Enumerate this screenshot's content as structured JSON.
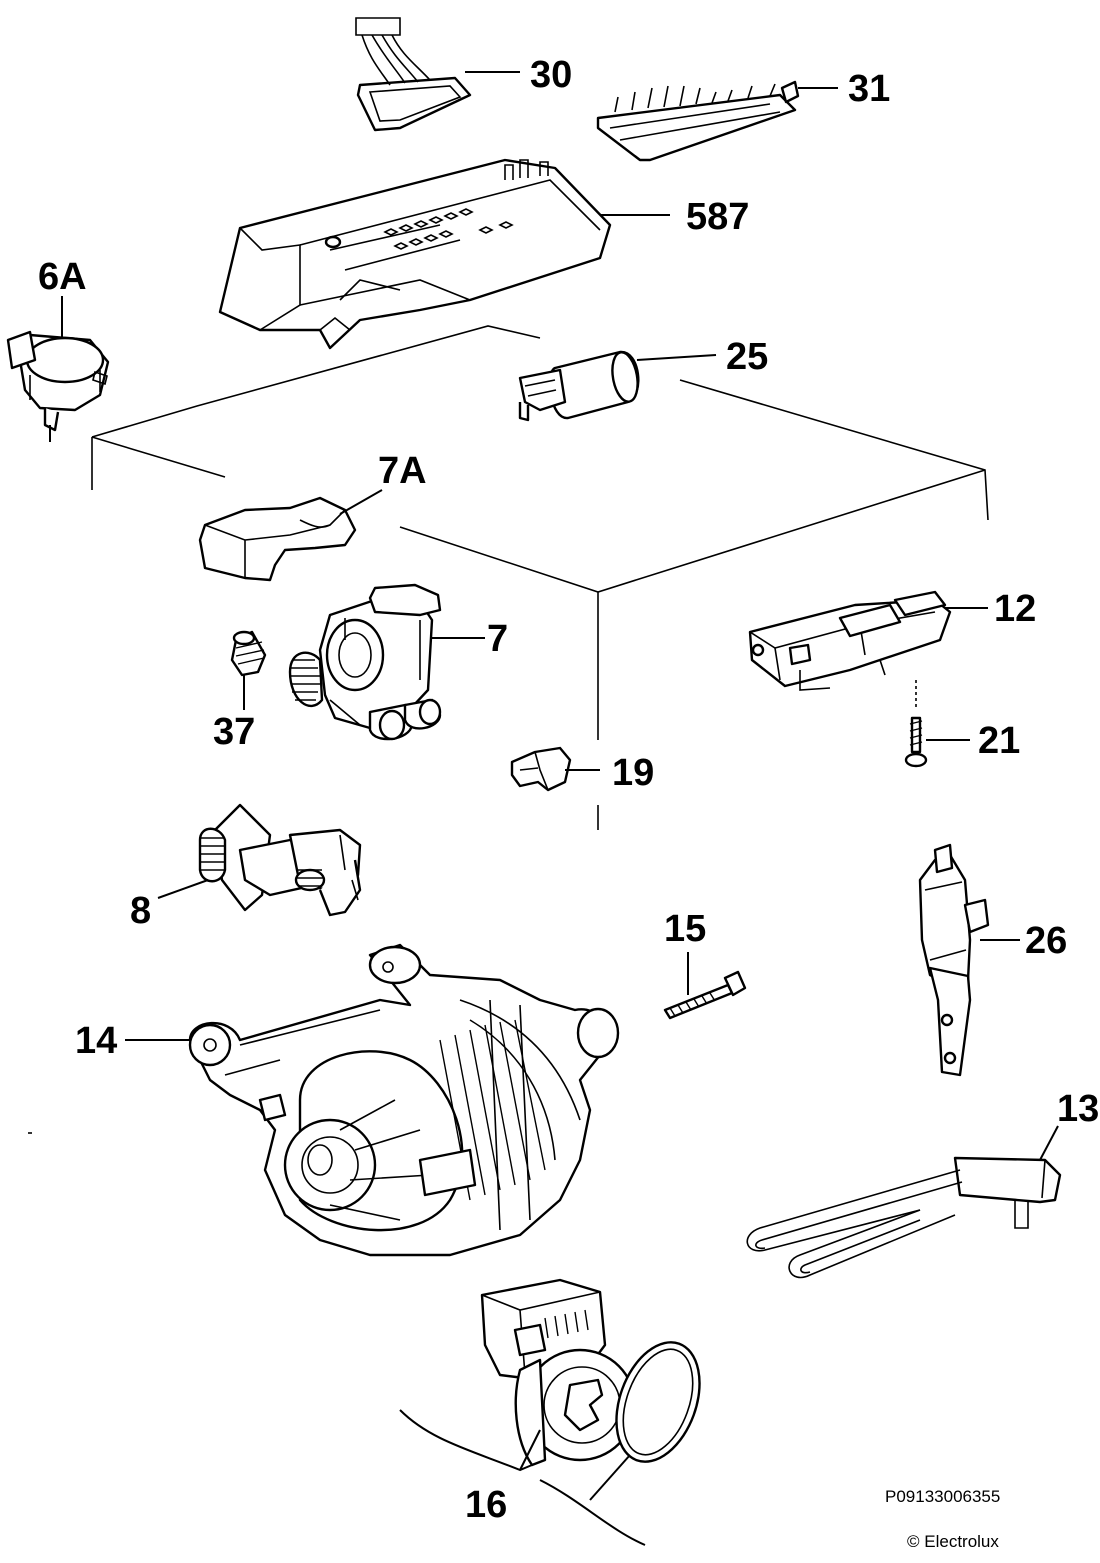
{
  "diagram": {
    "labels": {
      "p30": "30",
      "p31": "31",
      "p587": "587",
      "p6A": "6A",
      "p25": "25",
      "p7A": "7A",
      "p7": "7",
      "p12": "12",
      "p37": "37",
      "p21": "21",
      "p19": "19",
      "p8": "8",
      "p15": "15",
      "p26": "26",
      "p14": "14",
      "p13": "13",
      "p16": "16"
    },
    "drawing_code": "P09133006355",
    "copyright": "© Electrolux"
  }
}
